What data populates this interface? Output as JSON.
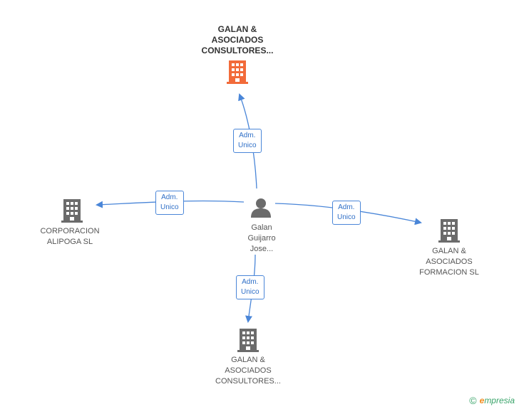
{
  "colors": {
    "accent_node": "#f26b3a",
    "node": "#6b6b6b",
    "edge": "#4a86d8"
  },
  "center": {
    "label": "Galan\nGuijarro\nJose...",
    "icon": "person-icon"
  },
  "nodes": {
    "top": {
      "label": "GALAN &\nASOCIADOS\nCONSULTORES...",
      "icon": "building-icon"
    },
    "left": {
      "label": "CORPORACION\nALIPOGA  SL",
      "icon": "building-icon"
    },
    "right": {
      "label": "GALAN &\nASOCIADOS\nFORMACION SL",
      "icon": "building-icon"
    },
    "bottom": {
      "label": "GALAN &\nASOCIADOS\nCONSULTORES...",
      "icon": "building-icon"
    }
  },
  "edges": {
    "top": "Adm.\nUnico",
    "left": "Adm.\nUnico",
    "right": "Adm.\nUnico",
    "bottom": "Adm.\nUnico"
  },
  "footer": {
    "copyright": "©",
    "brand_initial": "e",
    "brand_rest": "mpresia"
  }
}
